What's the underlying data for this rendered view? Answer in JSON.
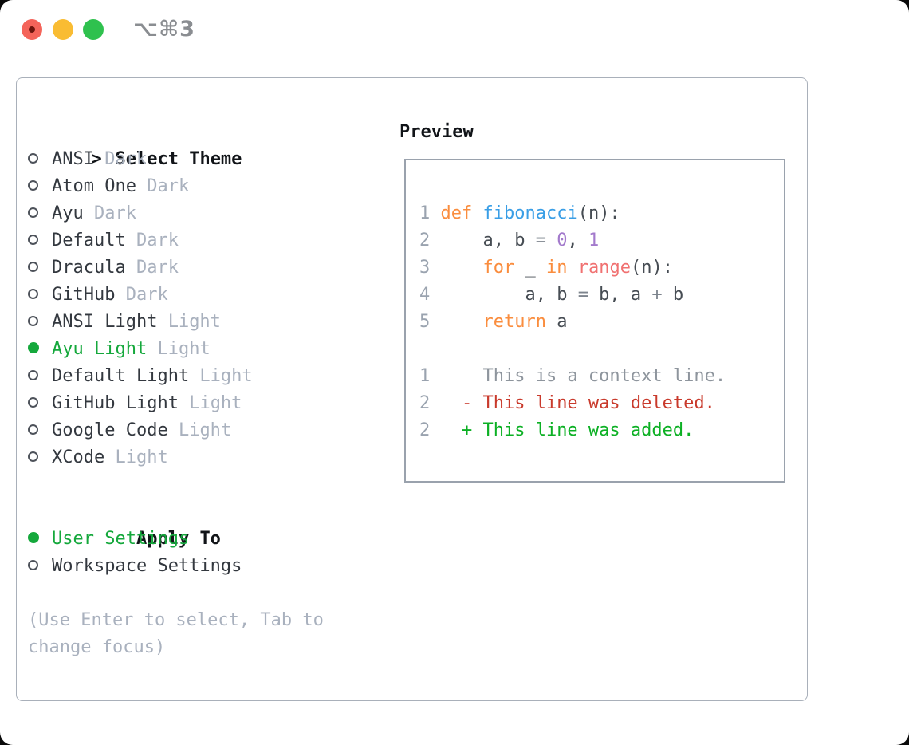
{
  "titlebar": {
    "shortcut": "⌥⌘3",
    "traffic_lights": [
      "close",
      "minimize",
      "zoom"
    ]
  },
  "theme_panel": {
    "prompt": ">",
    "title": "Select Theme",
    "themes": [
      {
        "name": "ANSI",
        "variant": "Dark",
        "selected": false
      },
      {
        "name": "Atom One",
        "variant": "Dark",
        "selected": false
      },
      {
        "name": "Ayu",
        "variant": "Dark",
        "selected": false
      },
      {
        "name": "Default",
        "variant": "Dark",
        "selected": false
      },
      {
        "name": "Dracula",
        "variant": "Dark",
        "selected": false
      },
      {
        "name": "GitHub",
        "variant": "Dark",
        "selected": false
      },
      {
        "name": "ANSI Light",
        "variant": "Light",
        "selected": false
      },
      {
        "name": "Ayu Light",
        "variant": "Light",
        "selected": true
      },
      {
        "name": "Default Light",
        "variant": "Light",
        "selected": false
      },
      {
        "name": "GitHub Light",
        "variant": "Light",
        "selected": false
      },
      {
        "name": "Google Code",
        "variant": "Light",
        "selected": false
      },
      {
        "name": "XCode",
        "variant": "Light",
        "selected": false
      }
    ],
    "apply_to": {
      "title": "Apply To",
      "options": [
        {
          "label": "User Settings",
          "selected": true
        },
        {
          "label": "Workspace Settings",
          "selected": false
        }
      ]
    },
    "hint_line1": "(Use Enter to select, Tab to",
    "hint_line2": "change focus)"
  },
  "preview": {
    "title": "Preview",
    "code_lines": [
      {
        "num": "1",
        "tokens": [
          {
            "text": "def",
            "type": "keyword"
          },
          {
            "text": " ",
            "type": "plain"
          },
          {
            "text": "fibonacci",
            "type": "function"
          },
          {
            "text": "(n):",
            "type": "plain"
          }
        ]
      },
      {
        "num": "2",
        "tokens": [
          {
            "text": "    a, b ",
            "type": "plain"
          },
          {
            "text": "=",
            "type": "operator"
          },
          {
            "text": " ",
            "type": "plain"
          },
          {
            "text": "0",
            "type": "number"
          },
          {
            "text": ", ",
            "type": "plain"
          },
          {
            "text": "1",
            "type": "number"
          }
        ]
      },
      {
        "num": "3",
        "tokens": [
          {
            "text": "    ",
            "type": "plain"
          },
          {
            "text": "for",
            "type": "keyword"
          },
          {
            "text": " _ ",
            "type": "plain"
          },
          {
            "text": "in",
            "type": "keyword"
          },
          {
            "text": " ",
            "type": "plain"
          },
          {
            "text": "range",
            "type": "markup"
          },
          {
            "text": "(n):",
            "type": "plain"
          }
        ]
      },
      {
        "num": "4",
        "tokens": [
          {
            "text": "        a, b ",
            "type": "plain"
          },
          {
            "text": "=",
            "type": "operator"
          },
          {
            "text": " b, a ",
            "type": "plain"
          },
          {
            "text": "+",
            "type": "operator"
          },
          {
            "text": " b",
            "type": "plain"
          }
        ]
      },
      {
        "num": "5",
        "tokens": [
          {
            "text": "    ",
            "type": "plain"
          },
          {
            "text": "return",
            "type": "keyword"
          },
          {
            "text": " a",
            "type": "plain"
          }
        ]
      }
    ],
    "diff_lines": [
      {
        "num": "1",
        "text": "     This is a context line.",
        "type": "context"
      },
      {
        "num": "2",
        "text": "   - This line was deleted.",
        "type": "deleted"
      },
      {
        "num": "2",
        "text": "   + This line was added.",
        "type": "added"
      }
    ]
  },
  "colors": {
    "accent": "#15a83c",
    "keyword": "#fa8d3e",
    "function": "#399ee6",
    "number": "#a37acc",
    "markup": "#f07171",
    "operator": "#7d848d",
    "plain": "#464c53",
    "lineno": "#9aa3af",
    "context": "#8e959d",
    "deleted": "#c93a2c",
    "added": "#0cb024",
    "tl_red": "#f4645a",
    "tl_red_dot": "#6d150d",
    "tl_yellow": "#f9bc33",
    "tl_green": "#2fc14e"
  }
}
